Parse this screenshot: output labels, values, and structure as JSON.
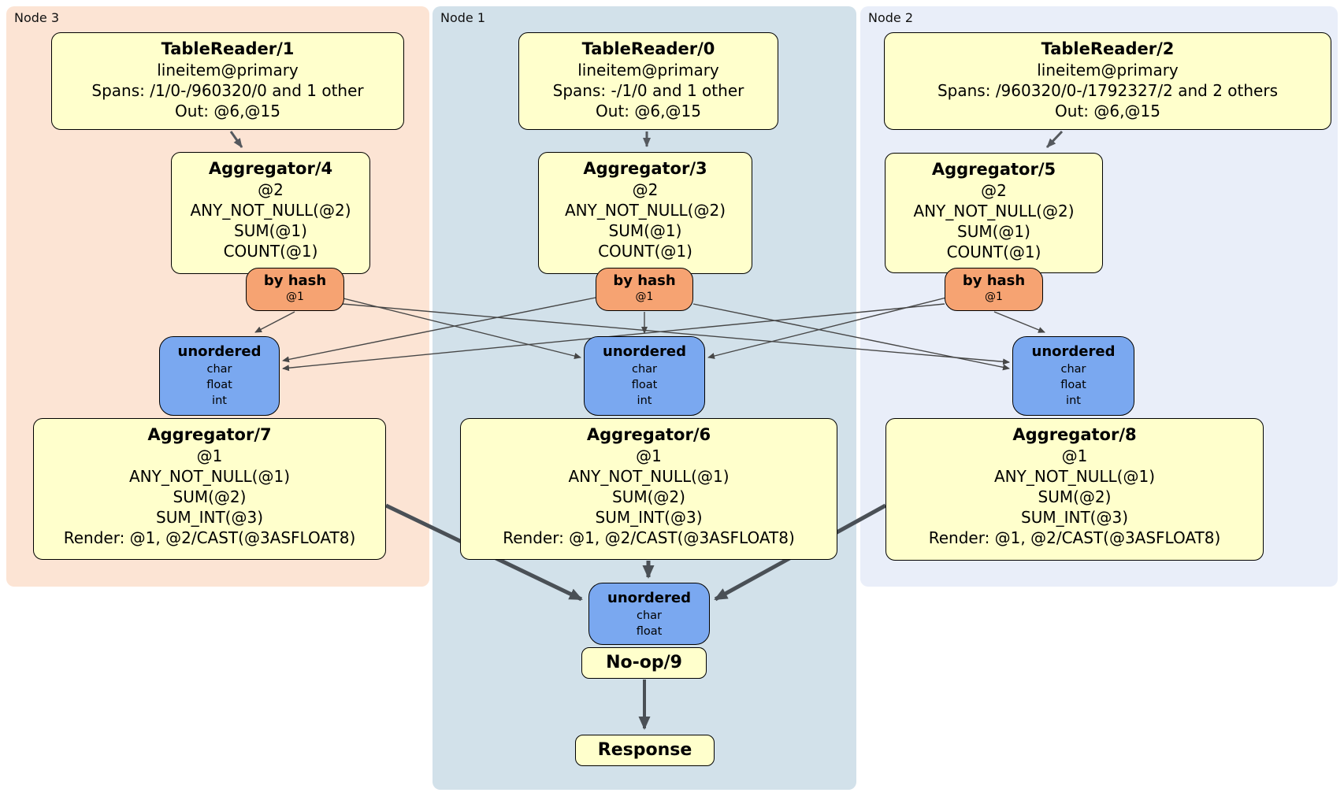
{
  "colors": {
    "node3_region_bg": "#fce4d4",
    "node1_region_bg": "#d2e1ea",
    "node2_region_bg": "#e9eef9",
    "processor_box_bg": "#ffffcc",
    "hash_router_bg": "#f6a372",
    "sync_box_bg": "#7aa8f0",
    "box_border": "#000000",
    "thin_edge": "#474747",
    "thick_edge": "#4a5056"
  },
  "node3": {
    "label": "Node 3",
    "tablereader": {
      "title": "TableReader/1",
      "index": "lineitem@primary",
      "spans": "Spans: /1/0-/960320/0 and 1 other",
      "out": "Out: @6,@15"
    },
    "aggregator_top": {
      "title": "Aggregator/4",
      "group": "@2",
      "aggs": [
        "ANY_NOT_NULL(@2)",
        "SUM(@1)",
        "COUNT(@1)"
      ]
    },
    "router": {
      "title": "by hash",
      "key": "@1"
    },
    "sync": {
      "title": "unordered",
      "types": [
        "char",
        "float",
        "int"
      ]
    },
    "aggregator_bottom": {
      "title": "Aggregator/7",
      "group": "@1",
      "aggs": [
        "ANY_NOT_NULL(@1)",
        "SUM(@2)",
        "SUM_INT(@3)"
      ],
      "render": "Render: @1, @2/CAST(@3ASFLOAT8)"
    }
  },
  "node1": {
    "label": "Node 1",
    "tablereader": {
      "title": "TableReader/0",
      "index": "lineitem@primary",
      "spans": "Spans: -/1/0 and 1 other",
      "out": "Out: @6,@15"
    },
    "aggregator_top": {
      "title": "Aggregator/3",
      "group": "@2",
      "aggs": [
        "ANY_NOT_NULL(@2)",
        "SUM(@1)",
        "COUNT(@1)"
      ]
    },
    "router": {
      "title": "by hash",
      "key": "@1"
    },
    "sync": {
      "title": "unordered",
      "types": [
        "char",
        "float",
        "int"
      ]
    },
    "aggregator_bottom": {
      "title": "Aggregator/6",
      "group": "@1",
      "aggs": [
        "ANY_NOT_NULL(@1)",
        "SUM(@2)",
        "SUM_INT(@3)"
      ],
      "render": "Render: @1, @2/CAST(@3ASFLOAT8)"
    },
    "final_sync": {
      "title": "unordered",
      "types": [
        "char",
        "float"
      ]
    },
    "noop": {
      "title": "No-op/9"
    },
    "response": {
      "title": "Response"
    }
  },
  "node2": {
    "label": "Node 2",
    "tablereader": {
      "title": "TableReader/2",
      "index": "lineitem@primary",
      "spans": "Spans: /960320/0-/1792327/2 and 2 others",
      "out": "Out: @6,@15"
    },
    "aggregator_top": {
      "title": "Aggregator/5",
      "group": "@2",
      "aggs": [
        "ANY_NOT_NULL(@2)",
        "SUM(@1)",
        "COUNT(@1)"
      ]
    },
    "router": {
      "title": "by hash",
      "key": "@1"
    },
    "sync": {
      "title": "unordered",
      "types": [
        "char",
        "float",
        "int"
      ]
    },
    "aggregator_bottom": {
      "title": "Aggregator/8",
      "group": "@1",
      "aggs": [
        "ANY_NOT_NULL(@1)",
        "SUM(@2)",
        "SUM_INT(@3)"
      ],
      "render": "Render: @1, @2/CAST(@3ASFLOAT8)"
    }
  }
}
